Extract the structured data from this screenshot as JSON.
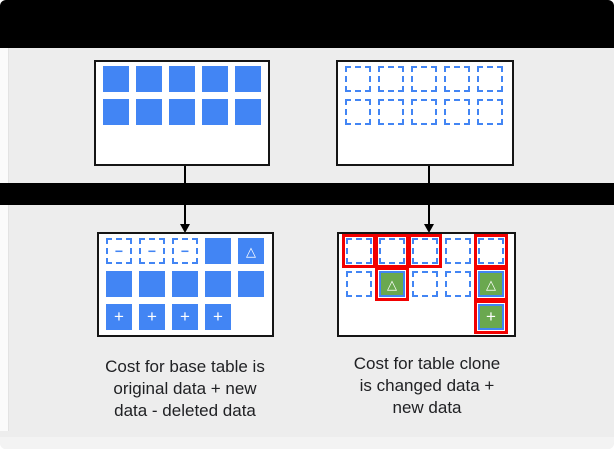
{
  "colors": {
    "block_blue": "#4285f4",
    "billed_green": "#6aa84f",
    "highlight_red": "#f20000",
    "bar_black": "#000000",
    "panel_white": "#ffffff",
    "background_gray": "#ededed",
    "text": "#202124"
  },
  "diagram": {
    "symbols": {
      "minus": "−",
      "plus": "+",
      "triangle": "△"
    },
    "base_table": {
      "before_grid": [
        [
          "full",
          "full",
          "full",
          "full",
          "full"
        ],
        [
          "full",
          "full",
          "full",
          "full",
          "full"
        ]
      ],
      "after_grid": [
        [
          "minus",
          "minus",
          "minus",
          "full",
          "triangle"
        ],
        [
          "full",
          "full",
          "full",
          "full",
          "full"
        ],
        [
          "plus",
          "plus",
          "plus",
          "plus",
          "empty"
        ]
      ],
      "caption_lines": {
        "0": "Cost for base table is",
        "1": "original data + new",
        "2": "data - deleted data"
      }
    },
    "table_clone": {
      "before_grid": [
        [
          "dashed",
          "dashed",
          "dashed",
          "dashed",
          "dashed"
        ],
        [
          "dashed",
          "dashed",
          "dashed",
          "dashed",
          "dashed"
        ]
      ],
      "after_grid": [
        [
          "dashed-red",
          "dashed-red",
          "dashed-red",
          "dashed",
          "dashed-red"
        ],
        [
          "dashed",
          "green-triangle",
          "dashed",
          "dashed",
          "green-triangle"
        ],
        [
          "empty",
          "empty",
          "empty",
          "empty",
          "green-plus"
        ]
      ],
      "caption_lines": {
        "0": "Cost for table clone",
        "1": "is changed data +",
        "2": "new data"
      }
    }
  }
}
